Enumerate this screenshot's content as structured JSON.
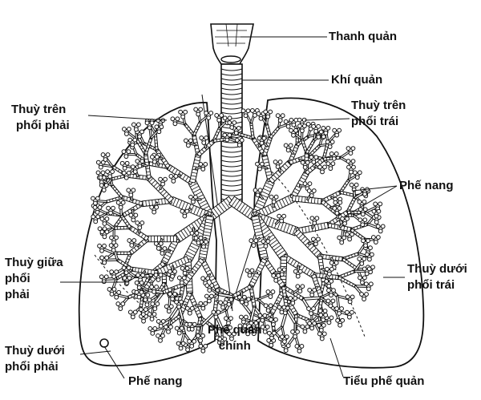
{
  "labels": {
    "thanh_quan": "Thanh quản",
    "khi_quan": "Khí quản",
    "thuy_tren_phoi_phai": [
      "Thuỳ trên",
      "phổi phải"
    ],
    "thuy_tren_phoi_trai": [
      "Thuỳ trên",
      "phổi trái"
    ],
    "phe_nang_right": "Phế nang",
    "thuy_giua_phoi_phai": [
      "Thuỳ giữa",
      "phổi",
      "phải"
    ],
    "thuy_duoi_phoi_trai": [
      "Thuỳ dưới",
      "phổi trái"
    ],
    "phe_quan_chinh": [
      "Phế quản",
      "chính"
    ],
    "thuy_duoi_phoi_phai": [
      "Thuỳ dưới",
      "phổi phải"
    ],
    "phe_nang_bottom": "Phế nang",
    "tieu_phe_quan": "Tiểu phế quản"
  },
  "colors": {
    "ink": "#111111",
    "airway_fill": "#ffffff",
    "background": "#ffffff"
  }
}
